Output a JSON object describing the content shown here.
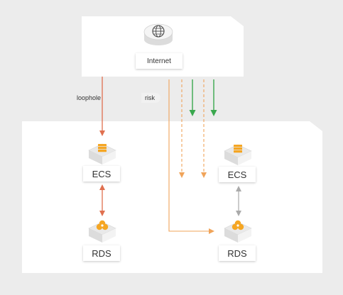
{
  "diagram": {
    "internet": {
      "label": "Internet",
      "icon": "globe-router-icon"
    },
    "nodes": {
      "ecs_left": {
        "label": "ECS",
        "icon": "server-stack-icon"
      },
      "rds_left": {
        "label": "RDS",
        "icon": "database-icon"
      },
      "ecs_right": {
        "label": "ECS",
        "icon": "server-stack-icon"
      },
      "rds_right": {
        "label": "RDS",
        "icon": "database-icon"
      }
    },
    "edges": {
      "loophole": {
        "label": "loophole",
        "color": "#e0704f"
      },
      "risk": {
        "label": "risk",
        "color": "#f0a45a"
      },
      "safe_color": "#3aa84e",
      "internal_color": "#aaaaaa"
    },
    "colors": {
      "background": "#ececec",
      "panel": "#ffffff",
      "icon_orange": "#f5a623"
    }
  }
}
